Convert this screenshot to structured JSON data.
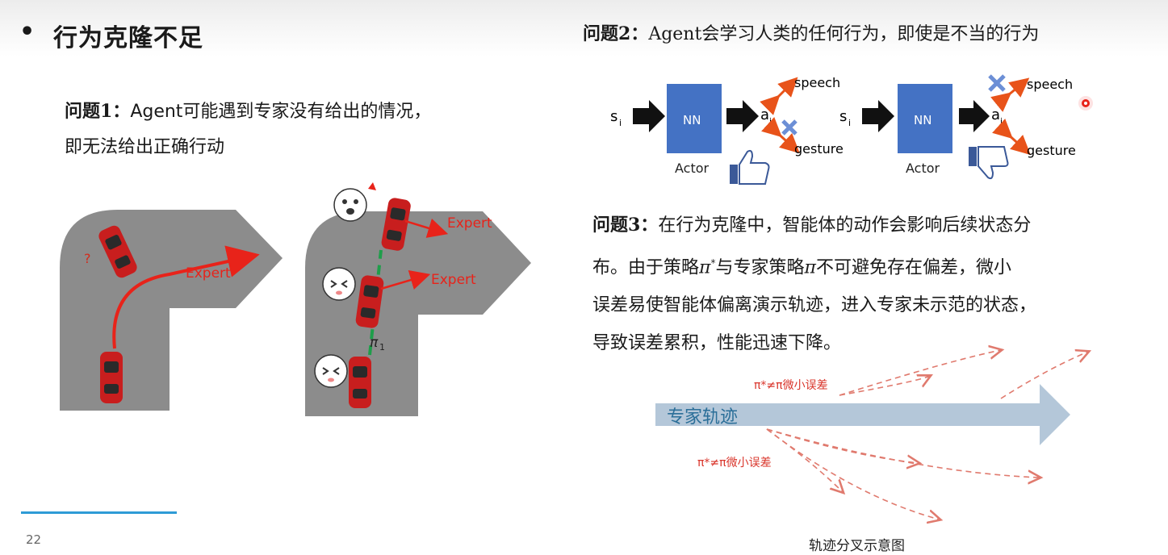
{
  "slide": {
    "title_bullet": "•",
    "title": "行为克隆不足",
    "page_number": "22"
  },
  "problem1": {
    "label": "问题1：",
    "text_line1": "Agent可能遇到专家没有给出的情况，",
    "text_line2": "即无法给出正确行动"
  },
  "figure_left": {
    "expert_label_1": "Expert",
    "question_mark": "?",
    "expert_label_2": "Expert",
    "expert_label_3": "Expert",
    "policy_label": "π",
    "policy_subscript": "1"
  },
  "problem2": {
    "label": "问题2：",
    "text": "Agent会学习人类的任何行为，即使是不当的行为"
  },
  "diagram_nn": {
    "state_label": "s",
    "state_sub": "i",
    "nn_label": "NN",
    "actor_label": "Actor",
    "action_label": "a",
    "action_sub": "i",
    "speech_label": "speech",
    "gesture_label": "gesture",
    "box_color": "#4472c4"
  },
  "problem3": {
    "label": "问题3：",
    "line1": "在行为克隆中，智能体的动作会影响后续状态分",
    "line2_a": "布。由于策略",
    "line2_pi_star": "π",
    "line2_star": "*",
    "line2_b": "与专家策略",
    "line2_pi": "π",
    "line2_c": "不可避免存在偏差，微小",
    "line3": "误差易使智能体偏离演示轨迹，进入专家未示范的状态，",
    "line4": "导致误差累积，性能迅速下降。"
  },
  "trajectory": {
    "expert_label": "专家轨迹",
    "error_label_top": "π*≠π微小误差",
    "error_label_bottom": "π*≠π微小误差",
    "caption": "轨迹分叉示意图",
    "arrow_color": "#b4c7d9",
    "dashed_color": "#e07a6e"
  }
}
